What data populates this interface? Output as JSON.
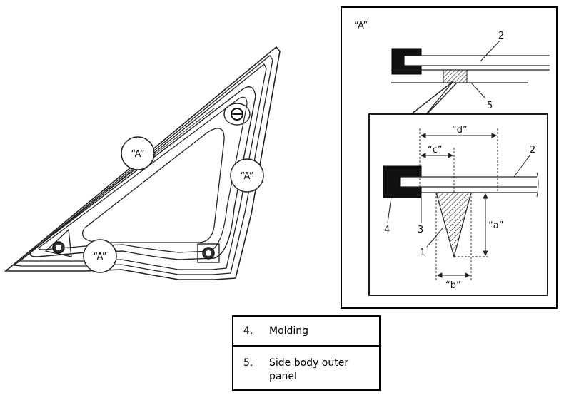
{
  "window_glass": {
    "callouts": [
      "“A”",
      "“A”",
      "“A”"
    ]
  },
  "detail": {
    "title": "“A”",
    "top_parts": [
      "2",
      "5"
    ],
    "zoom_parts": [
      "2",
      "4",
      "3",
      "1"
    ],
    "dimensions": [
      "“d”",
      "“c”",
      "“a”",
      "“b”"
    ]
  },
  "legend": {
    "items": [
      {
        "number": "4.",
        "text": "Molding"
      },
      {
        "number": "5.",
        "text": "Side body outer panel"
      }
    ]
  }
}
